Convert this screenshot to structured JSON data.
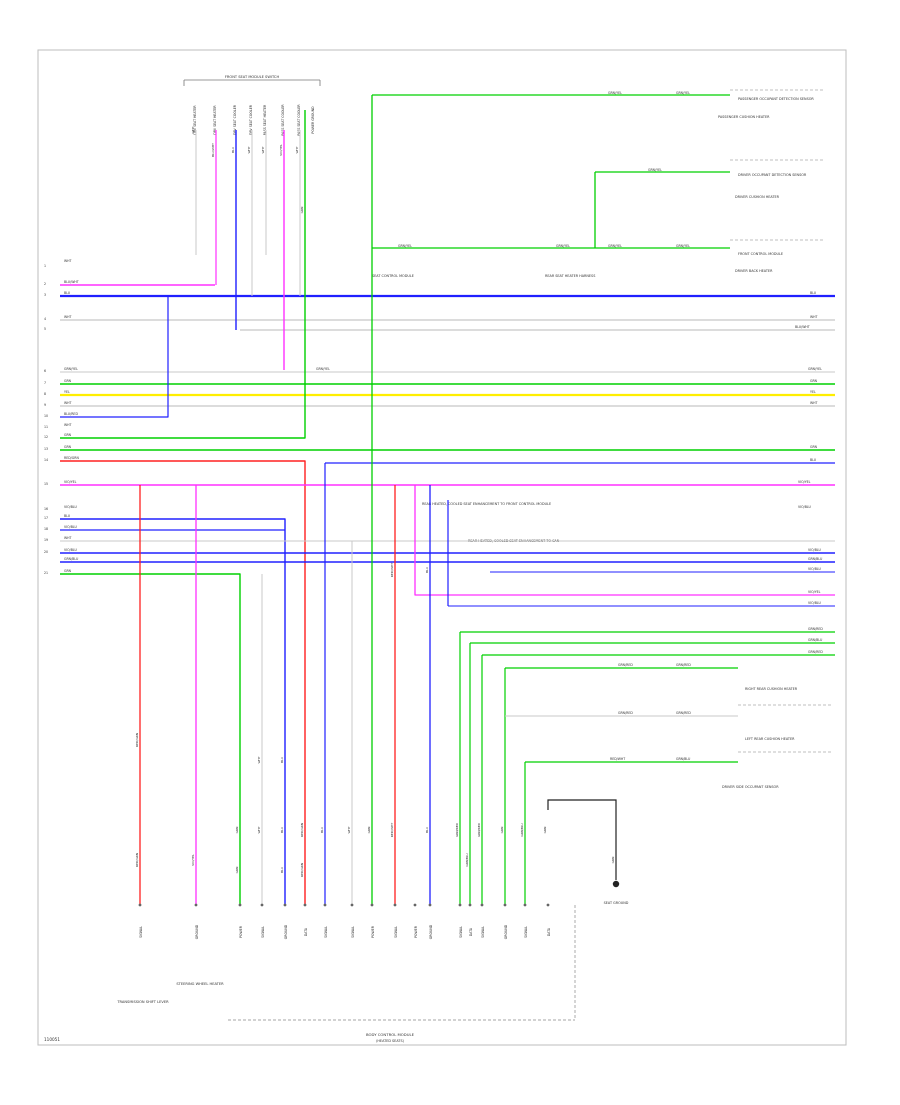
{
  "diagram": {
    "footer_id": "110051",
    "top_connector_title": "FRONT SEAT MODULE SWITCH",
    "top_pins": [
      "DRV SEAT HEATER",
      "DRV SEAT HEATER",
      "DRV SEAT COOLER",
      "DRV SEAT COOLER",
      "PASS SEAT HEATER",
      "PASS SEAT COOLER",
      "PASS SEAT COOLER",
      "POWER GROUND"
    ],
    "left_pins": [
      "1",
      "2",
      "3",
      "4",
      "5",
      "6",
      "7",
      "8",
      "9",
      "10",
      "11",
      "12",
      "13",
      "14",
      "15",
      "16",
      "17",
      "18",
      "19",
      "20",
      "21"
    ],
    "wire_labels": {
      "wht": "WHT",
      "blu_wht": "BLU/WHT",
      "blu": "BLU",
      "grn_yel": "GRN/YEL",
      "grn": "GRN",
      "yel": "YEL",
      "blu_red": "BLU/RED",
      "red_grn": "RED/GRN",
      "vio_yel": "VIO/YEL",
      "vio_blu": "VIO/BLU",
      "grn_blu": "GRN/BLU",
      "grn_red": "GRN/RED",
      "red_wht": "RED/WHT"
    },
    "sensors": {
      "passenger_occupant": "PASSENGER OCCUPANT DETECTION SENSOR",
      "passenger_cushion": "PASSENGER CUSHION HEATER",
      "driver_occupant": "DRIVER OCCUPANT DETECTION SENSOR",
      "driver_cushion": "DRIVER CUSHION HEATER",
      "driver_back": "DRIVER BACK HEATER",
      "front_module": "FRONT CONTROL MODULE",
      "right_rear_cushion": "RIGHT REAR CUSHION HEATER",
      "left_rear_cushion": "LEFT REAR CUSHION HEATER",
      "driver_side_occupant": "DRIVER SIDE OCCUPANT SENSOR"
    },
    "notes": {
      "seat_module": "SEAT CONTROL MODULE",
      "data_line_1": "REAR HEATED, COOLED SEAT ENHANCEMENT TO FRONT CONTROL MODULE",
      "data_line_2": "REAR HEATED, COOLED SEAT ENHANCEMENT TO CAN",
      "left_harness": "REAR SEAT HEATER HARNESS",
      "transmission": "TRANSMISSION SHIFT LEVER",
      "steering": "STEERING WHEEL HEATER",
      "ground_note": "SEAT GROUND"
    },
    "bottom_pins": [
      "POWER",
      "SIGNAL",
      "GROUND",
      "DATA",
      "SIGNAL",
      "SIGNAL",
      "POWER",
      "SIGNAL",
      "GROUND",
      "SIGNAL",
      "DATA",
      "SIGNAL",
      "GROUND",
      "SIGNAL",
      "DATA",
      "SIGNAL",
      "GROUND",
      "POWER"
    ],
    "bottom_module_title": "BODY CONTROL MODULE",
    "bottom_module_sub": "(HEATED SEATS)",
    "colors": {
      "green": "#00d000",
      "blue": "#2020ff",
      "red": "#ff2020",
      "magenta": "#ff30ff",
      "yellow": "#ffee00",
      "gray": "#c8c8c8",
      "black": "#222222"
    }
  }
}
